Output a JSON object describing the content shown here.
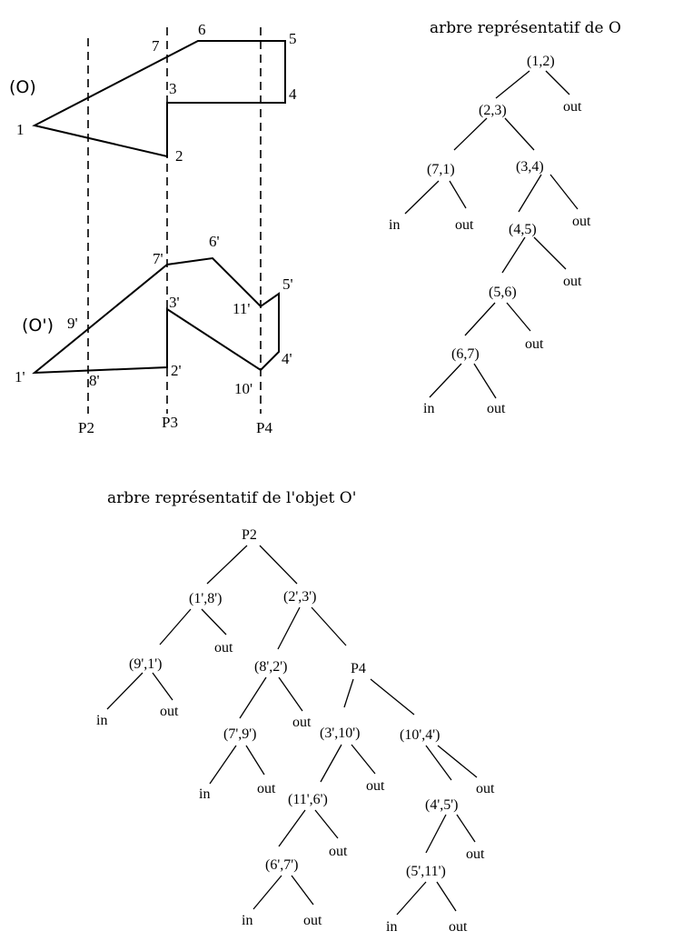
{
  "object_o": {
    "name": "(O)",
    "vertices": [
      "1",
      "2",
      "3",
      "4",
      "5",
      "6",
      "7"
    ]
  },
  "object_o_prime": {
    "name": "(O')",
    "vertices": [
      "1'",
      "2'",
      "3'",
      "4'",
      "5'",
      "6'",
      "7'",
      "8'",
      "9'",
      "10'",
      "11'"
    ]
  },
  "planes": [
    "P2",
    "P3",
    "P4"
  ],
  "tree_o": {
    "title": "arbre représentatif de O",
    "nodes": [
      "(1,2)",
      "(2,3)",
      "out",
      "(7,1)",
      "(3,4)",
      "in",
      "out",
      "(4,5)",
      "out",
      "(5,6)",
      "out",
      "(6,7)",
      "out",
      "in",
      "out"
    ]
  },
  "tree_o_prime": {
    "title": "arbre représentatif de l'objet O'",
    "nodes": [
      "P2",
      "(1',8')",
      "(2',3')",
      "(9',1')",
      "out",
      "(8',2')",
      "P4",
      "in",
      "out",
      "(7',9')",
      "out",
      "(3',10')",
      "(10',4')",
      "in",
      "out",
      "(11',6')",
      "out",
      "(4',5')",
      "out",
      "(6',7')",
      "out",
      "(5',11')",
      "out",
      "in",
      "out",
      "in",
      "out"
    ]
  }
}
